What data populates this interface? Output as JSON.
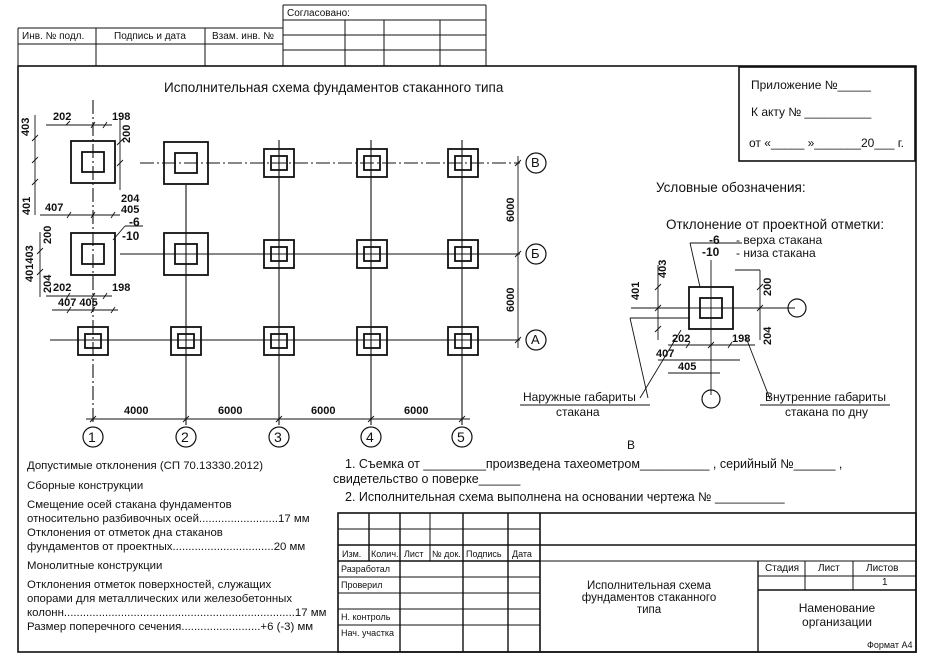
{
  "margin_table": {
    "agreed": "Согласовано:",
    "inv_podl": "Инв. № подл.",
    "sign_date": "Подпись и дата",
    "vzam_inv": "Взам. инв. №"
  },
  "title": "Исполнительная схема фундаментов стаканного типа",
  "appendix": {
    "line1": "Приложение №_____",
    "line2": "К акту № __________",
    "line3": "от  «_____ »_______20___ г."
  },
  "legend": {
    "title": "Условные обозначения:",
    "subtitle": "Отклонение от проектной отметки:",
    "top_value": "-6",
    "bottom_value": "-10",
    "top_label": "- верха стакана",
    "bottom_label": "- низа стакана",
    "outer_label_1": "Наружные габариты",
    "outer_label_2": "стакана",
    "inner_label_1": "Внутренние габариты",
    "inner_label_2": "стакана по дну",
    "dims": {
      "d403": "403",
      "d401": "401",
      "d200": "200",
      "d204": "204",
      "d202": "202",
      "d198": "198",
      "d407": "407",
      "d405": "405"
    }
  },
  "plan": {
    "dims_top": {
      "d202": "202",
      "d198": "198",
      "d403": "403",
      "d200": "200",
      "d401": "401",
      "d204": "204",
      "d407": "407",
      "d405": "405"
    },
    "dims_mid": {
      "d401403": "401403",
      "d200": "200",
      "d204": "204",
      "d202": "202",
      "d198": "198",
      "d407405": "407 405",
      "m6": "-6",
      "m10": "-10"
    },
    "spans_x": [
      "4000",
      "6000",
      "6000",
      "6000"
    ],
    "spans_y": [
      "6000",
      "6000"
    ],
    "axes_x": [
      "1",
      "2",
      "3",
      "4",
      "5"
    ],
    "axes_y": [
      "В",
      "Б",
      "А"
    ],
    "stray_letter": "В"
  },
  "tolerances": {
    "header": "Допустимые отклонения (СП 70.13330.2012)",
    "precast": "Сборные конструкции",
    "p1a": "Смещение осей стакана фундаментов",
    "p1b": "относительно разбивочных осей.........................17 мм",
    "p2a": "Отклонения от отметок дна стаканов",
    "p2b": "фундаментов от проектных................................20 мм",
    "monolith": "Монолитные конструкции",
    "m1a": "Отклонения отметок поверхностей, служащих",
    "m1b": "опорами для металлических или железобетонных",
    "m1c": "колонн.........................................................................17 мм",
    "m2": "Размер поперечного сечения.........................+6 (-3) мм"
  },
  "notes": {
    "n1a": "1. Съемка от _________произведена тахеометром__________ , серийный №______ ,",
    "n1b": "свидетельство о поверке______",
    "n2": "2. Исполнительная схема выполнена на основании чертежа № __________"
  },
  "stamp": {
    "headers": [
      "Изм.",
      "Колич.",
      "Лист",
      "№ док.",
      "Подпись",
      "Дата"
    ],
    "roles": [
      "Разработал",
      "Проверил",
      "",
      "Н. контроль",
      "Нач. участка"
    ],
    "title_1": "Исполнительная схема",
    "title_2": "фундаментов стаканного",
    "title_3": "типа",
    "stage": "Стадия",
    "sheet": "Лист",
    "sheets": "Листов",
    "sheets_value": "1",
    "org_1": "Наменование",
    "org_2": "организации"
  },
  "format": "Формат А4"
}
